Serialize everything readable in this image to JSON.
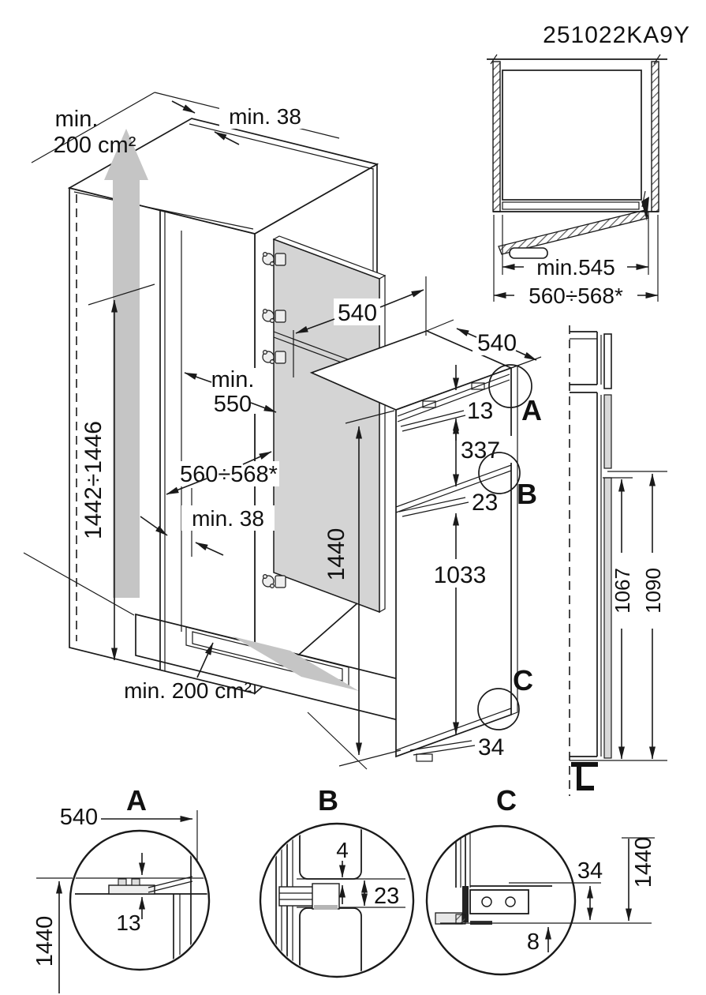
{
  "model_number": "251022KA9Y",
  "main_view": {
    "top_vent_min": "min.",
    "top_vent_area": "200 cm²",
    "top_gap": "min. 38",
    "cabinet_height": "1442÷1446",
    "niche_depth_min": "min.",
    "niche_depth_value": "550",
    "niche_width": "560÷568*",
    "side_gap": "min. 38",
    "bottom_vent": "min. 200 cm²",
    "door_panel_width": "540",
    "appliance_width": "540",
    "appliance_height": "1440",
    "top_clearance": "13",
    "upper_door_height": "337",
    "door_overlap": "23",
    "lower_door_height": "1033",
    "bottom_overlap": "34",
    "marker_a": "A",
    "marker_b": "B",
    "marker_c": "C"
  },
  "plan_view": {
    "recess_depth": "min.545",
    "recess_width": "560÷568*"
  },
  "side_view": {
    "panel_height": "1067",
    "cutout_height": "1090"
  },
  "detail_a": {
    "label": "A",
    "width": "540",
    "height": "1440",
    "gap": "13"
  },
  "detail_b": {
    "label": "B",
    "lip": "4",
    "overlap": "23"
  },
  "detail_c": {
    "label": "C",
    "overlap": "34",
    "height": "1440",
    "gap": "8"
  }
}
